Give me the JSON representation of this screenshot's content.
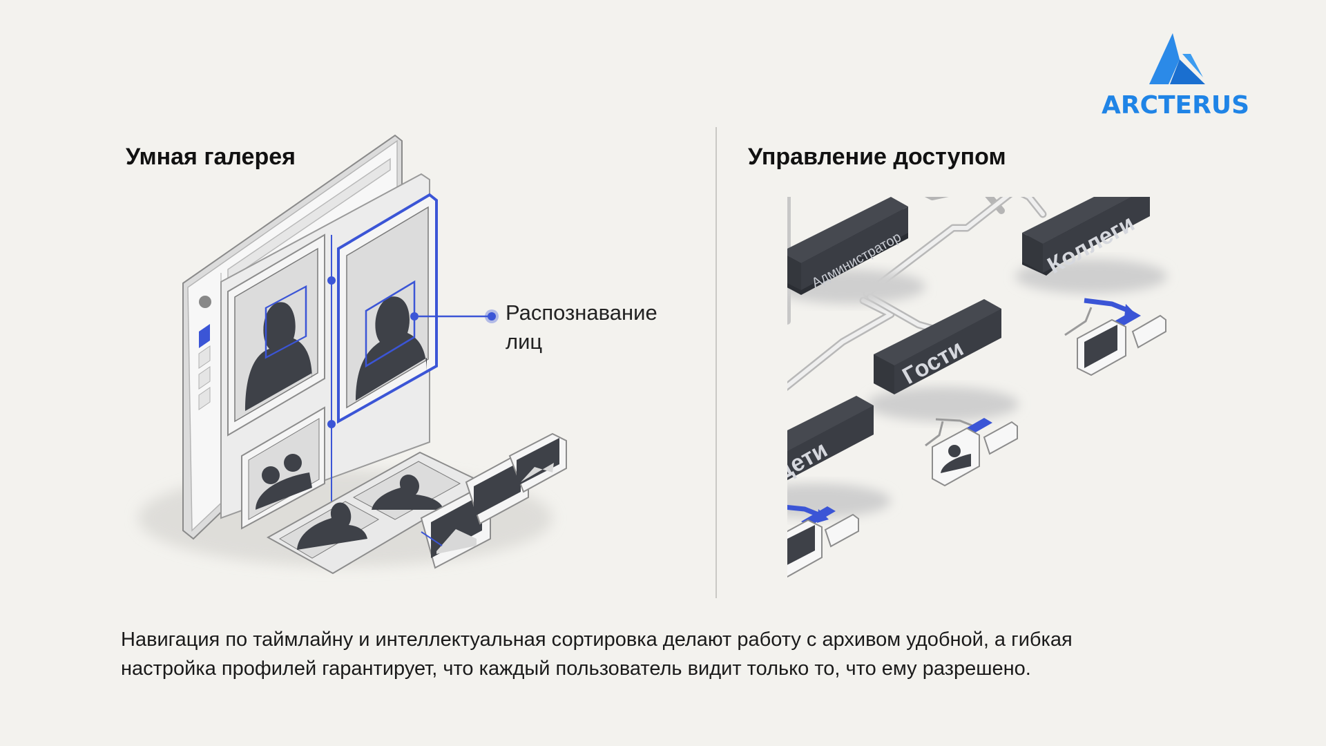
{
  "brand": {
    "name": "ARCTERUS",
    "color": "#1f84e6"
  },
  "left_section": {
    "title": "Умная галерея",
    "face_label_line1": "Распознавание",
    "face_label_line2": "лиц"
  },
  "right_section": {
    "title": "Управление доступом",
    "roles": {
      "admin": "Администратор",
      "colleagues": "Коллеги",
      "guests": "Гости",
      "children": "Дети"
    }
  },
  "caption": {
    "line1": "Навигация по таймлайну и интеллектуальная сортировка делают работу с архивом удобной, а гибкая",
    "line2": "настройка профилей гарантирует, что каждый пользователь видит только то, что ему разрешено."
  },
  "colors": {
    "accent": "#3b55d6",
    "dark_node": "#3a3d44",
    "background": "#f3f2ee"
  }
}
